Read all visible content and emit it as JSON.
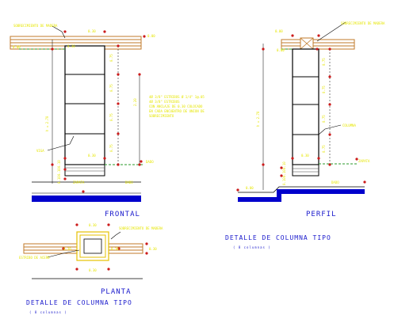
{
  "views": {
    "frontal": "FRONTAL",
    "perfil": "PERFIL",
    "planta": "PLANTA"
  },
  "titles": {
    "right": "DETALLE DE COLUMNA TIPO",
    "right_sub": "( 8 columnas )",
    "bottom": "DETALLE DE COLUMNA TIPO",
    "bottom_sub": "( 8 columnas )"
  },
  "frontal": {
    "top_label": "SOBRECIMIENTO DE MADERA",
    "top_dim": "0.30",
    "dim_left_side": "0.30",
    "right_level": "0.00",
    "left_level": "0.00",
    "seg_dims": [
      "0.75",
      "0.75",
      "0.75",
      "0.75"
    ],
    "total_dim": "2.20",
    "height_text": "h = 2.70",
    "note_lines": [
      "4Ø 3/8\" ESTRIBOS Ø 1/4\" 1@.05",
      "4Ø 3/8\" ESTRIBOS",
      "CON ANCLAJE DE 0.30 COLOCADO",
      "EN CADA ENCUENTRO DE UNION DE",
      "SOBRECIMIENTO"
    ],
    "bottom_dim": "0.30",
    "base_dims": [
      "0.10",
      "0.10",
      "0.10"
    ],
    "base_label": "ZAPATA",
    "left_label": "VIGA",
    "bottom_right_label": "DADO",
    "under_label": "DADO"
  },
  "perfil": {
    "top_label": "SOBRECIMIENTO DE MADERA",
    "top_level": "0.00",
    "left_level": "0.00",
    "seg_dims": [
      "0.75",
      "0.75",
      "0.75",
      "0.75"
    ],
    "height_text": "h = 2.70",
    "right_label": "COLUMNA",
    "base_right_label": "ZAPATA",
    "base_dims": [
      "0.10",
      "0.10",
      "0.10"
    ],
    "bottom_dim": "0.30",
    "base_label": "DADO",
    "lower_level": "0.00"
  },
  "planta": {
    "top_dim": "0.30",
    "label_right": "SOBRECIMIENTO DE MADERA",
    "label_left": "ESTRIBO DE ACERO",
    "inner_dims": [
      "0.30",
      "0.30"
    ],
    "right_dim": "0.30",
    "bottom_dim": "0.30"
  }
}
